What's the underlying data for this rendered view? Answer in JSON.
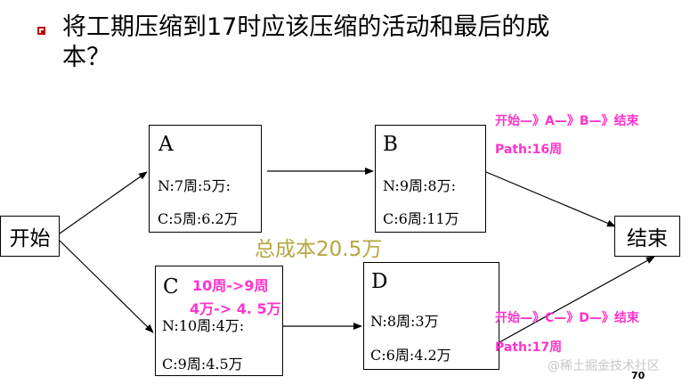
{
  "question": {
    "line1": "将工期压缩到17时应该压缩的活动和最后的成",
    "line2": "本？"
  },
  "nodes": {
    "start": "开始",
    "end": "结束",
    "A": {
      "letter": "A",
      "normal": "N:7周:5万:",
      "crash": "C:5周:6.2万"
    },
    "B": {
      "letter": "B",
      "normal": "N:9周:8万:",
      "crash": "C:6周:11万"
    },
    "C": {
      "letter": "C",
      "normal": "N:10周:4万:",
      "crash": "C:9周:4.5万"
    },
    "D": {
      "letter": "D",
      "normal": "N:8周:3万",
      "crash": "C:6周:4.2万"
    }
  },
  "annotations": {
    "path1_route": "开始—》A—》B—》结束",
    "path1_length": "Path:16周",
    "path2_route": "开始—》C—》D—》结束",
    "path2_length": "Path:17周",
    "crash_weeks": "10周->9周",
    "crash_cost": "4万->  4. 5万",
    "total_cost": "总成本20.5万"
  },
  "footer": {
    "page_number": "70",
    "watermark": "@稀土掘金技术社区"
  },
  "colors": {
    "bullet": "#c00000",
    "annotation": "#ff33cc",
    "total_cost": "#b5a642"
  }
}
